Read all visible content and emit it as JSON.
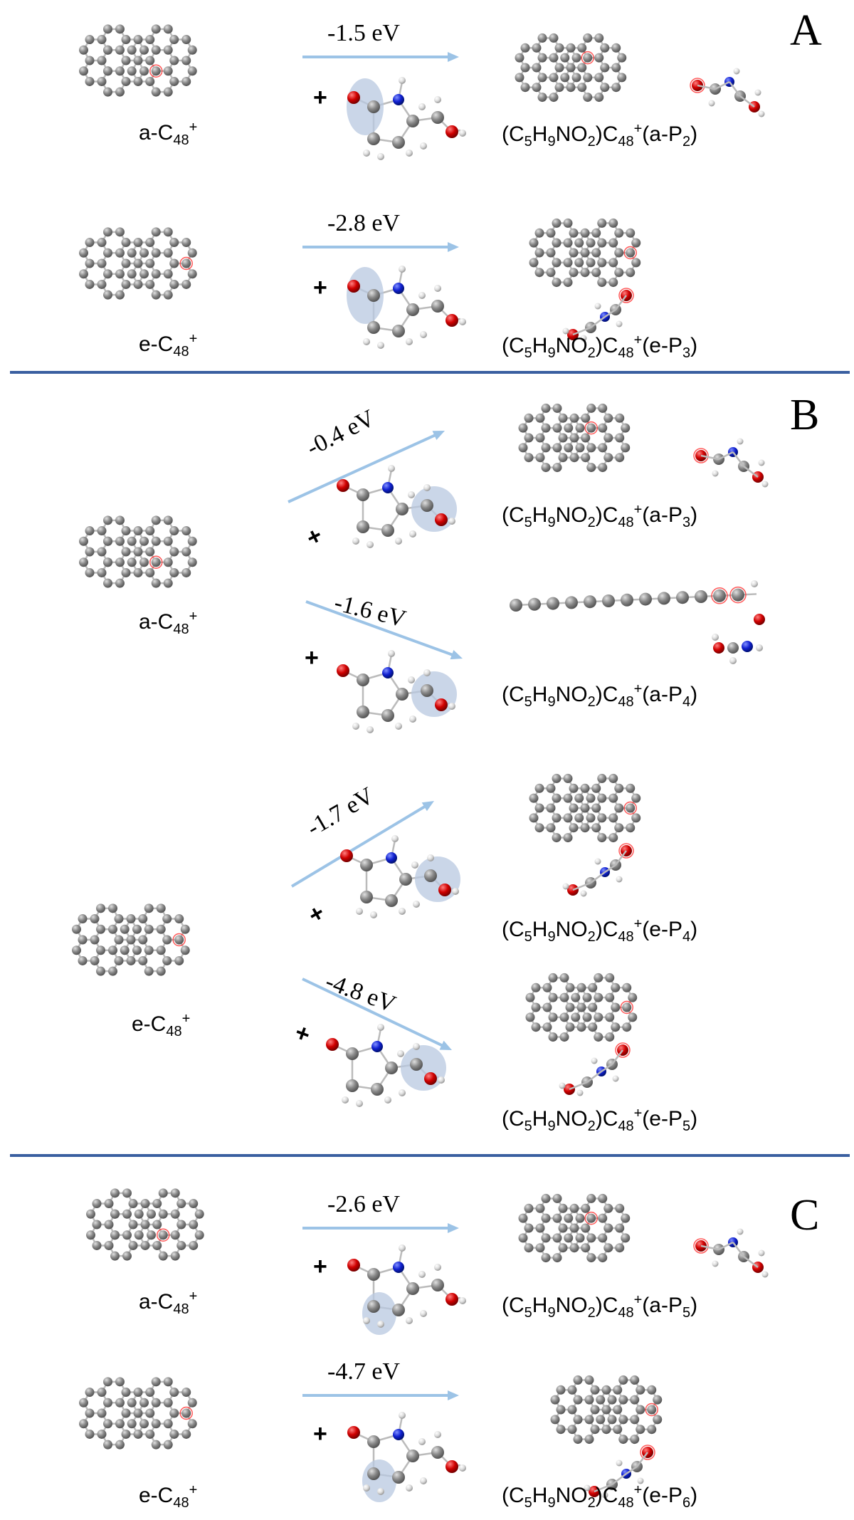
{
  "colors": {
    "divider": "#3a5fa0",
    "arrow": "#9cc3e6",
    "carbon": "#888888",
    "oxygen": "#d00000",
    "nitrogen": "#1020d0",
    "hydrogen": "#dddddd",
    "highlight": "#b8c8e0"
  },
  "panels": [
    {
      "letter": "A",
      "reactions": [
        {
          "reactant": {
            "prefix": "a-C",
            "sub": "48",
            "sup": "+"
          },
          "energy": "-1.5 eV",
          "product": {
            "pre": "(C",
            "s1": "5",
            "m1": "H",
            "s2": "9",
            "m2": "NO",
            "s3": "2",
            "m3": ")C",
            "s4": "48",
            "sup": "+",
            "m4": "(a-P",
            "s5": "2",
            "end": ")"
          }
        },
        {
          "reactant": {
            "prefix": "e-C",
            "sub": "48",
            "sup": "+"
          },
          "energy": "-2.8 eV",
          "product": {
            "pre": "(C",
            "s1": "5",
            "m1": "H",
            "s2": "9",
            "m2": "NO",
            "s3": "2",
            "m3": ")C",
            "s4": "48",
            "sup": "+",
            "m4": "(e-P",
            "s5": "3",
            "end": ")"
          }
        }
      ]
    },
    {
      "letter": "B",
      "reactions": [
        {
          "reactant": {
            "prefix": "a-C",
            "sub": "48",
            "sup": "+"
          },
          "energy": "-0.4 eV",
          "product": {
            "pre": "(C",
            "s1": "5",
            "m1": "H",
            "s2": "9",
            "m2": "NO",
            "s3": "2",
            "m3": ")C",
            "s4": "48",
            "sup": "+",
            "m4": "(a-P",
            "s5": "3",
            "end": ")"
          }
        },
        {
          "reactant": null,
          "energy": "-1.6 eV",
          "product": {
            "pre": "(C",
            "s1": "5",
            "m1": "H",
            "s2": "9",
            "m2": "NO",
            "s3": "2",
            "m3": ")C",
            "s4": "48",
            "sup": "+",
            "m4": "(a-P",
            "s5": "4",
            "end": ")"
          }
        },
        {
          "reactant": {
            "prefix": "e-C",
            "sub": "48",
            "sup": "+"
          },
          "energy": "-1.7 eV",
          "product": {
            "pre": "(C",
            "s1": "5",
            "m1": "H",
            "s2": "9",
            "m2": "NO",
            "s3": "2",
            "m3": ")C",
            "s4": "48",
            "sup": "+",
            "m4": "(e-P",
            "s5": "4",
            "end": ")"
          }
        },
        {
          "reactant": null,
          "energy": "-4.8 eV",
          "product": {
            "pre": "(C",
            "s1": "5",
            "m1": "H",
            "s2": "9",
            "m2": "NO",
            "s3": "2",
            "m3": ")C",
            "s4": "48",
            "sup": "+",
            "m4": "(e-P",
            "s5": "5",
            "end": ")"
          }
        }
      ]
    },
    {
      "letter": "C",
      "reactions": [
        {
          "reactant": {
            "prefix": "a-C",
            "sub": "48",
            "sup": "+"
          },
          "energy": "-2.6 eV",
          "product": {
            "pre": "(C",
            "s1": "5",
            "m1": "H",
            "s2": "9",
            "m2": "NO",
            "s3": "2",
            "m3": ")C",
            "s4": "48",
            "sup": "+",
            "m4": "(a-P",
            "s5": "5",
            "end": ")"
          }
        },
        {
          "reactant": {
            "prefix": "e-C",
            "sub": "48",
            "sup": "+"
          },
          "energy": "-4.7 eV",
          "product": {
            "pre": "(C",
            "s1": "5",
            "m1": "H",
            "s2": "9",
            "m2": "NO",
            "s3": "2",
            "m3": ")C",
            "s4": "48",
            "sup": "+",
            "m4": "(e-P",
            "s5": "6",
            "end": ")"
          }
        }
      ]
    }
  ],
  "plus_sign": "+"
}
